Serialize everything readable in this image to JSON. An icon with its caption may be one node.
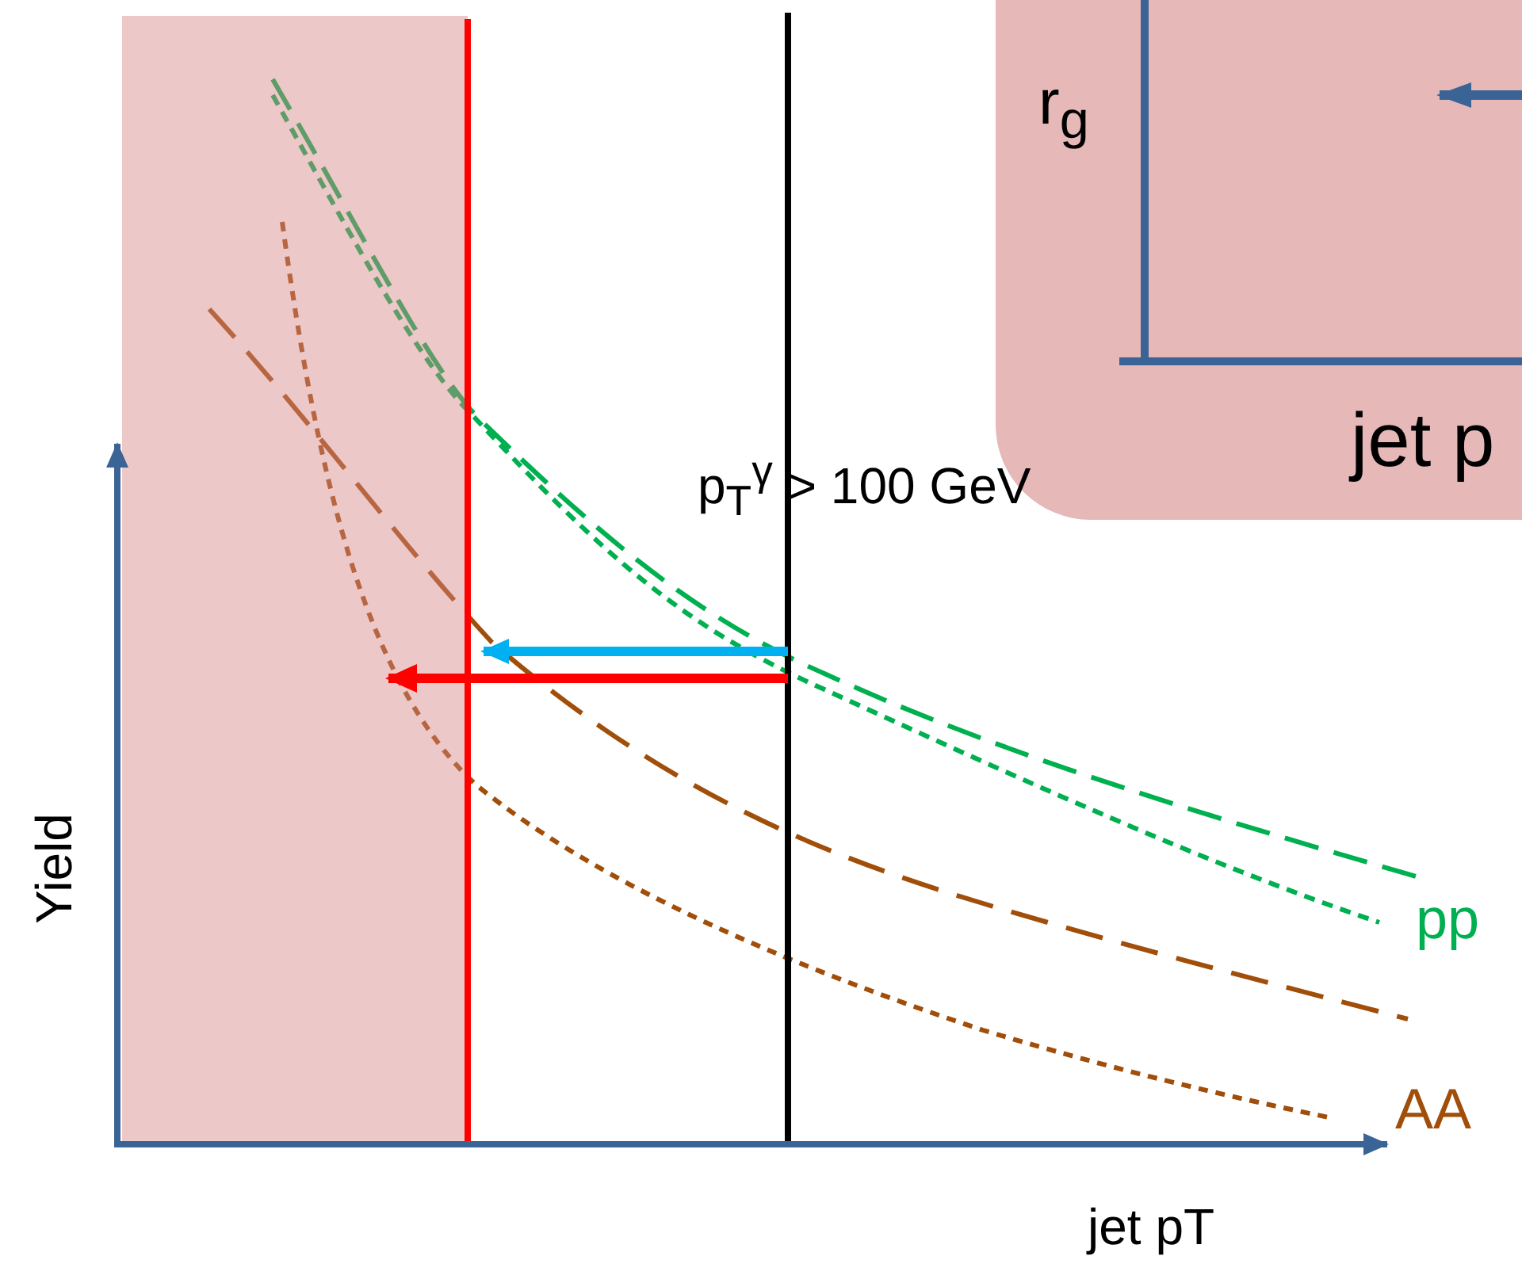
{
  "diagram": {
    "labels": [
      "r$_{g}$",
      "jet p",
      "p$_{T}$$^{γ}$ > 100 GeV",
      "pp",
      "AA",
      "Yield",
      "jet pT"
    ]
  }
}
